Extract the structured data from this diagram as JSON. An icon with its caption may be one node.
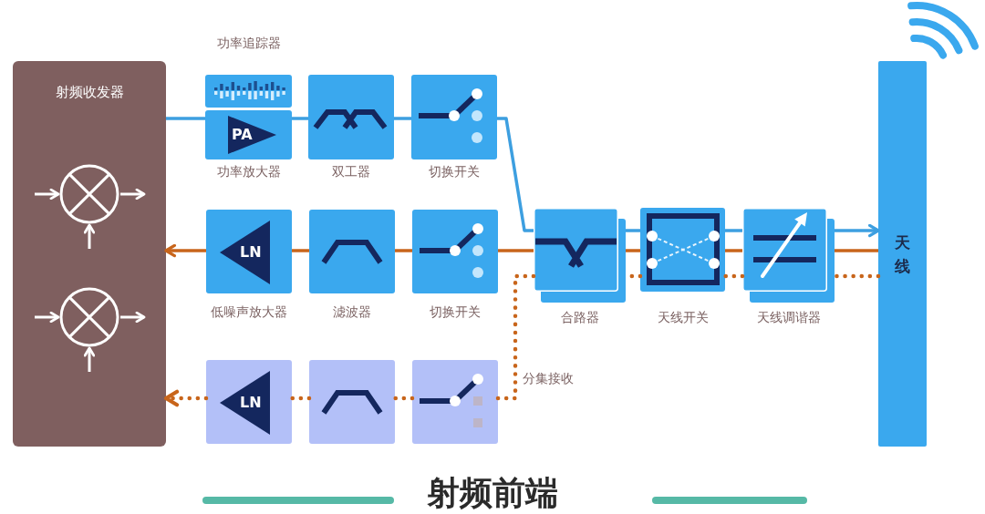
{
  "diagram": {
    "title": "射频前端",
    "nodes": [
      {
        "text": [
          "射频收发器"
        ]
      },
      {
        "text": [],
        "shape": "circle",
        "in": 0
      },
      {
        "text": [],
        "shape": "circle",
        "in": 0
      },
      {
        "text": [
          "功率追踪器"
        ]
      },
      {
        "text": [
          "PA",
          "功率放大器"
        ]
      },
      {
        "text": [
          "双工器"
        ]
      },
      {
        "text": [
          "切换开关"
        ]
      },
      {
        "text": [
          "LN",
          "低噪声放大器"
        ]
      },
      {
        "text": [
          "滤波器"
        ]
      },
      {
        "text": [
          "切换开关"
        ]
      },
      {
        "text": [
          "合路器"
        ]
      },
      {
        "text": [
          "天线开关"
        ]
      },
      {
        "text": [
          "天线调谐器"
        ]
      },
      {
        "text": [
          "天线"
        ]
      },
      {
        "text": [
          "LN"
        ]
      },
      {
        "text": [],
        "shape": "box"
      },
      {
        "text": [],
        "shape": "box"
      }
    ],
    "edges": [
      {
        "from": null,
        "to": 1,
        "arrow": "to",
        "color": "#ffffff"
      },
      {
        "from": null,
        "to": 1,
        "arrow": "to",
        "color": "#ffffff"
      },
      {
        "from": 1,
        "to": null,
        "arrow": "to",
        "color": "#ffffff"
      },
      {
        "from": null,
        "to": 2,
        "arrow": "to",
        "color": "#ffffff"
      },
      {
        "from": null,
        "to": 2,
        "arrow": "to",
        "color": "#ffffff"
      },
      {
        "from": 2,
        "to": null,
        "arrow": "to",
        "color": "#ffffff"
      },
      {
        "from": 0,
        "to": 4,
        "arrow": "none",
        "color": "#3d9fe0"
      },
      {
        "from": 4,
        "to": 5,
        "arrow": "none",
        "color": "#3d9fe0"
      },
      {
        "from": 5,
        "to": 6,
        "arrow": "none",
        "color": "#3d9fe0"
      },
      {
        "from": 6,
        "to": 10,
        "arrow": "none",
        "color": "#3d9fe0"
      },
      {
        "from": 10,
        "to": 11,
        "arrow": "none",
        "color": "#3d9fe0"
      },
      {
        "from": 11,
        "to": 12,
        "arrow": "none",
        "color": "#3d9fe0"
      },
      {
        "from": 12,
        "to": 13,
        "arrow": "to",
        "color": "#3d9fe0"
      },
      {
        "from": 13,
        "to": 12,
        "arrow": "none"
      },
      {
        "from": 12,
        "to": 11,
        "arrow": "none"
      },
      {
        "from": 11,
        "to": 10,
        "arrow": "none"
      },
      {
        "from": 10,
        "to": 9,
        "arrow": "none"
      },
      {
        "from": 9,
        "to": 8,
        "arrow": "none"
      },
      {
        "from": 8,
        "to": 7,
        "arrow": "none"
      },
      {
        "from": 7,
        "to": 0,
        "arrow": "to"
      },
      {
        "from": 13,
        "to": 12,
        "arrow": "none",
        "style": "dashed"
      },
      {
        "from": 12,
        "to": 11,
        "arrow": "none",
        "style": "dashed"
      },
      {
        "from": 11,
        "to": 10,
        "arrow": "none",
        "style": "dashed"
      },
      {
        "from": 10,
        "to": 16,
        "arrow": "none",
        "style": "dashed",
        "label": "分集接收"
      },
      {
        "from": 16,
        "to": 15,
        "arrow": "none",
        "style": "dashed"
      },
      {
        "from": 15,
        "to": 14,
        "arrow": "none",
        "style": "dashed"
      },
      {
        "from": 14,
        "to": 0,
        "arrow": "to",
        "style": "dashed"
      }
    ]
  }
}
